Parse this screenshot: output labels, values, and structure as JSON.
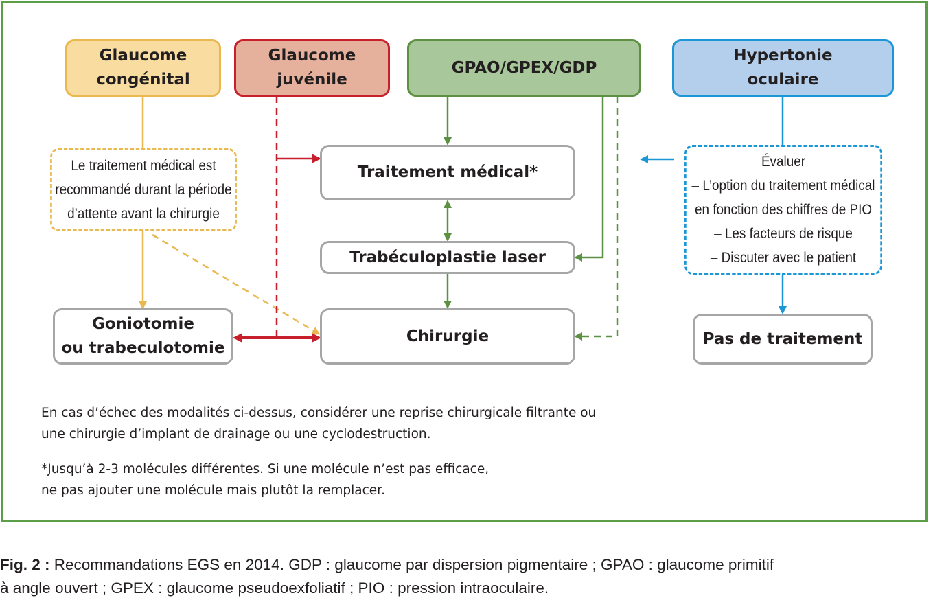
{
  "categories": {
    "congenital": [
      "Glaucome",
      "congénital"
    ],
    "juvenile": [
      "Glaucome",
      "juvénile"
    ],
    "gpao": [
      "GPAO/GPEX/GDP"
    ],
    "hypertonie": [
      "Hypertonie",
      "oculaire"
    ]
  },
  "process": {
    "traitement": "Traitement médical*",
    "trabeculoplastie": "Trabéculoplastie laser",
    "chirurgie": "Chirurgie",
    "goniotomie": [
      "Goniotomie",
      "ou trabeculotomie"
    ],
    "pas_traitement": "Pas de traitement"
  },
  "notes": {
    "congenital_note": [
      "Le traitement médical est",
      "recommandé durant la période",
      "d’attente avant la chirurgie"
    ],
    "hypertonie_note": [
      "Évaluer",
      "– L’option du traitement médical",
      "en fonction des chiffres de PIO",
      "– Les facteurs de risque",
      "– Discuter avec le patient"
    ]
  },
  "footnotes": {
    "echec": [
      "En cas d’échec des modalités ci-dessus, considérer une reprise chirurgicale filtrante ou",
      "une chirurgie d’implant de drainage ou une cyclodestruction."
    ],
    "asterisk": [
      "*Jusqu’à 2-3 molécules différentes. Si une molécule n’est pas efficace,",
      "ne pas ajouter une molécule mais plutôt la remplacer."
    ]
  },
  "caption": {
    "label": "Fig. 2 :",
    "line1": " Recommandations EGS en 2014. GDP : glaucome par dispersion pigmentaire ; GPAO : glaucome primitif",
    "line2": "à angle ouvert ; GPEX : glaucome pseudoexfoliatif ; PIO : pression intraoculaire."
  },
  "colors": {
    "frame": "#5c9e48",
    "yellow": "#e9b84f",
    "red": "#c71f2c",
    "green": "#5c9144",
    "blue": "#1c97d6",
    "grey": "#a6a6a6"
  }
}
